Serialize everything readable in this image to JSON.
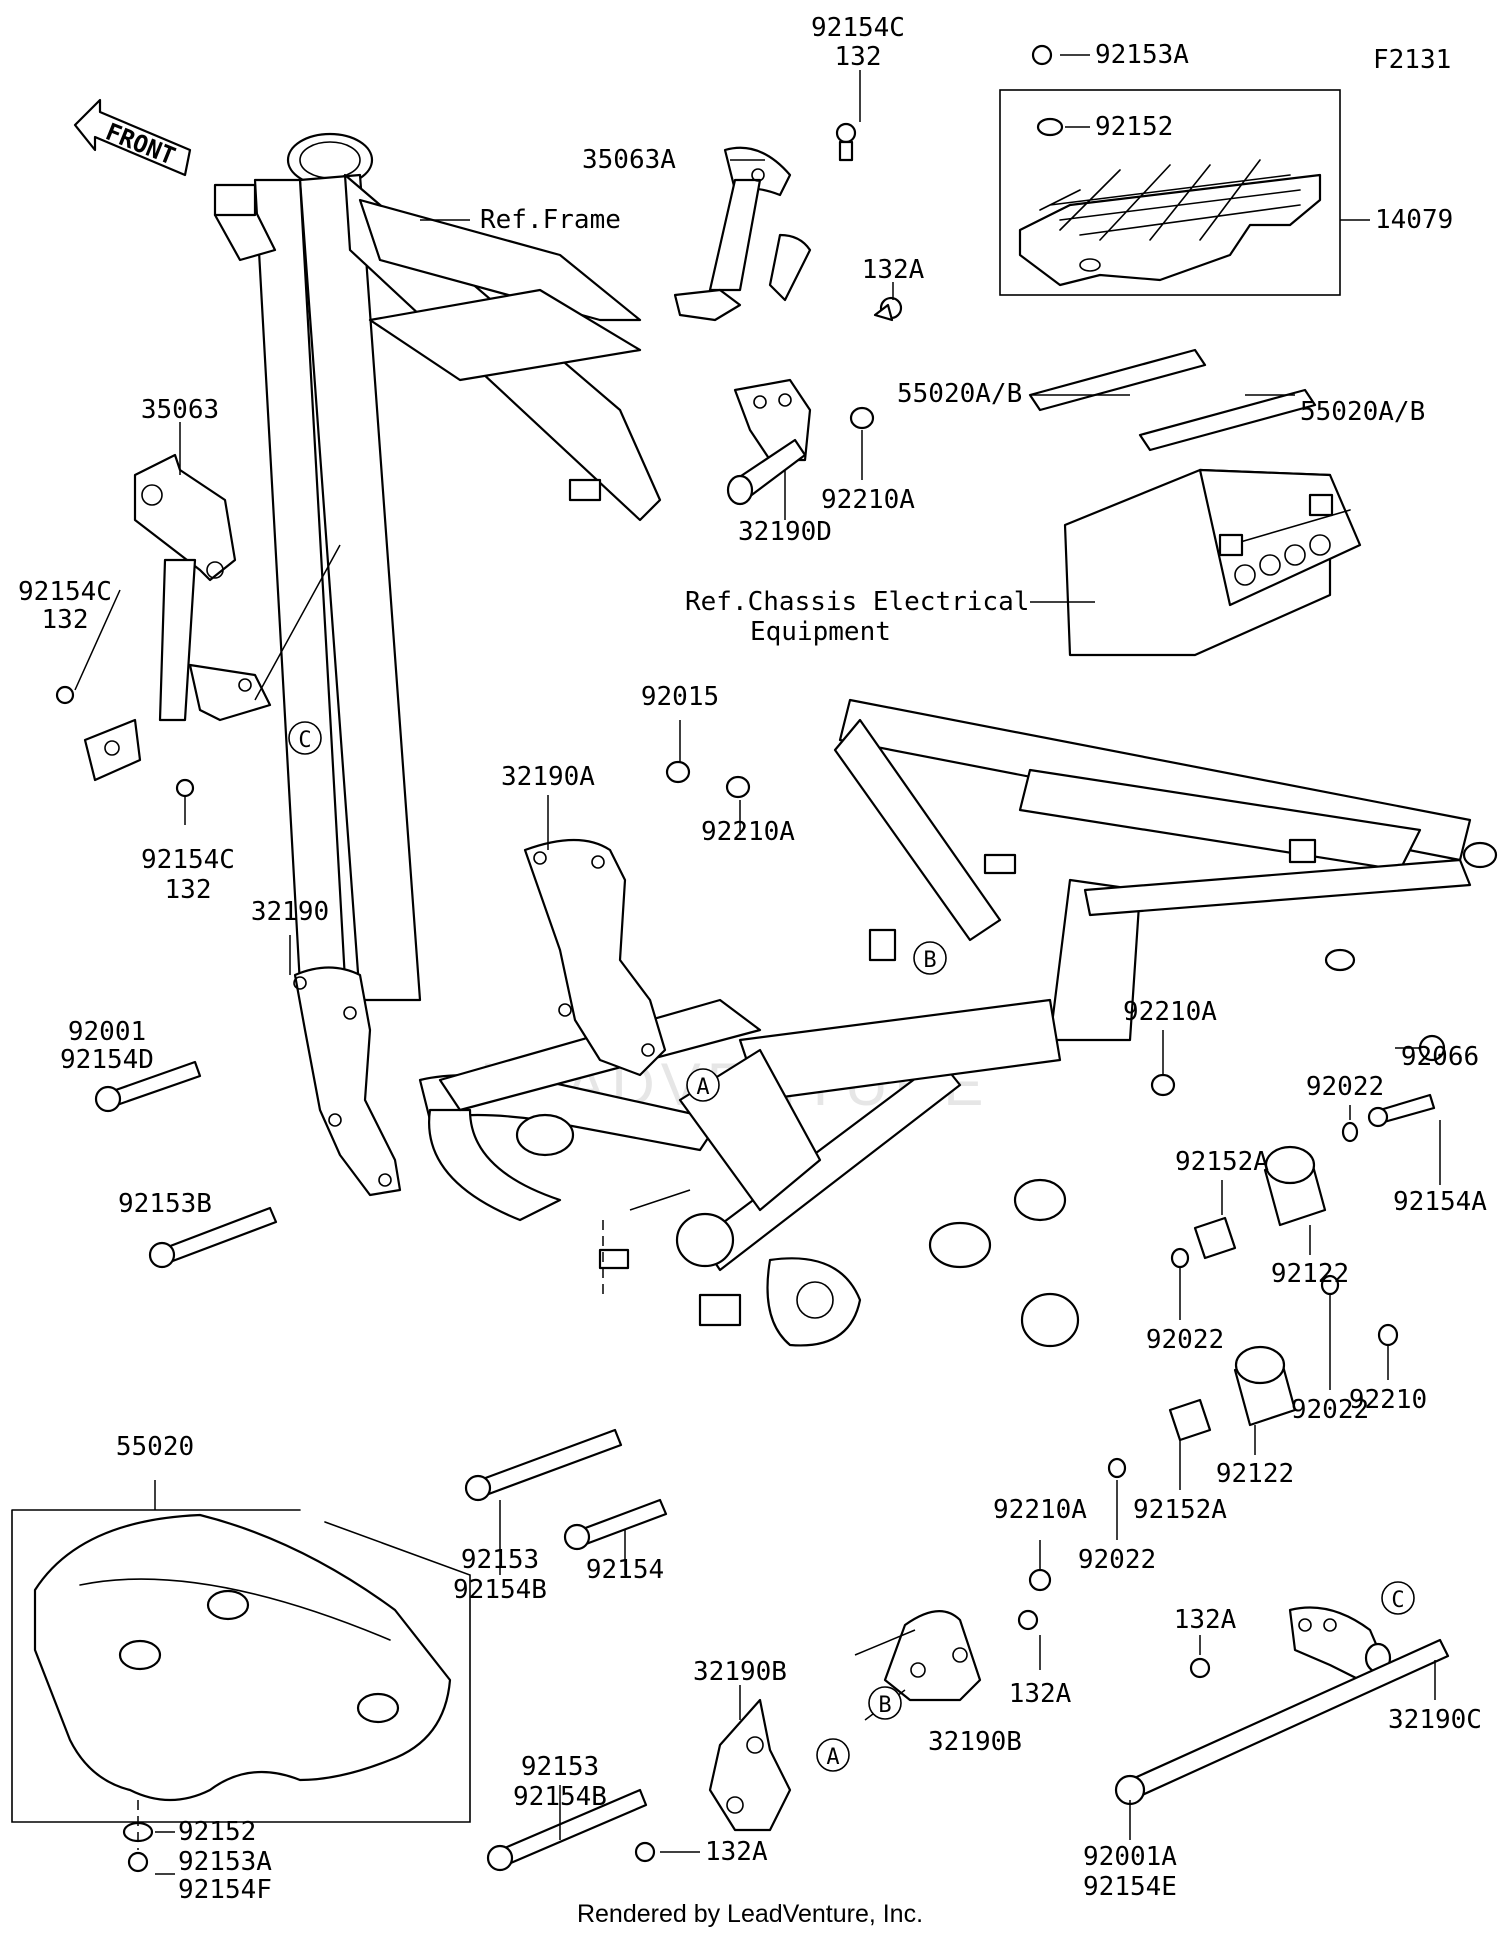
{
  "diagram_code": "F2131",
  "front_label": "FRONT",
  "watermark": "LEADVENTURE",
  "footer": "Rendered by LeadVenture, Inc.",
  "callouts": {
    "a": "A",
    "b": "B",
    "c": "C"
  },
  "labels": {
    "l92154c_top_1": "92154C",
    "l92154c_top_2": "132",
    "l35063a": "35063A",
    "ref_frame": "Ref.Frame",
    "l132a_top": "132A",
    "l32190d": "32190D",
    "l92210a_top": "92210A",
    "l92153a_top": "92153A",
    "l92152_top": "92152",
    "l14079": "14079",
    "l55020ab_1": "55020A/B",
    "l55020ab_2": "55020A/B",
    "ref_chassis_1": "Ref.Chassis Electrical",
    "ref_chassis_2": "Equipment",
    "l35063": "35063",
    "l92154c_left_1": "92154C",
    "l92154c_left_2": "132",
    "l92154c_mid_1": "92154C",
    "l92154c_mid_2": "132",
    "l92015": "92015",
    "l32190a": "32190A",
    "l92210a_mid": "92210A",
    "l32190": "32190",
    "l92001": "92001",
    "l92154d": "92154D",
    "l92153b": "92153B",
    "l92066": "92066",
    "l92210a_right": "92210A",
    "l92022_top": "92022",
    "l92152a_top": "92152A",
    "l92154a": "92154A",
    "l92122_top": "92122",
    "l92022_mid": "92022",
    "l92210": "92210",
    "l92022_right": "92022",
    "l92122_bot": "92122",
    "l92152a_bot": "92152A",
    "l92022_bot": "92022",
    "l55020": "55020",
    "l92153_mid": "92153",
    "l92154b_mid": "92154B",
    "l92154": "92154",
    "l92210a_bot": "92210A",
    "l132a_bot_mid": "132A",
    "l32190b_top": "32190B",
    "l32190b_bot": "32190B",
    "l132a_right": "132A",
    "l32190c": "32190C",
    "l92153_bot": "92153",
    "l92154b_bot": "92154B",
    "l132a_bot": "132A",
    "l92152_bot": "92152",
    "l92153a_bot": "92153A",
    "l92154f": "92154F",
    "l92001a": "92001A",
    "l92154e": "92154E"
  }
}
